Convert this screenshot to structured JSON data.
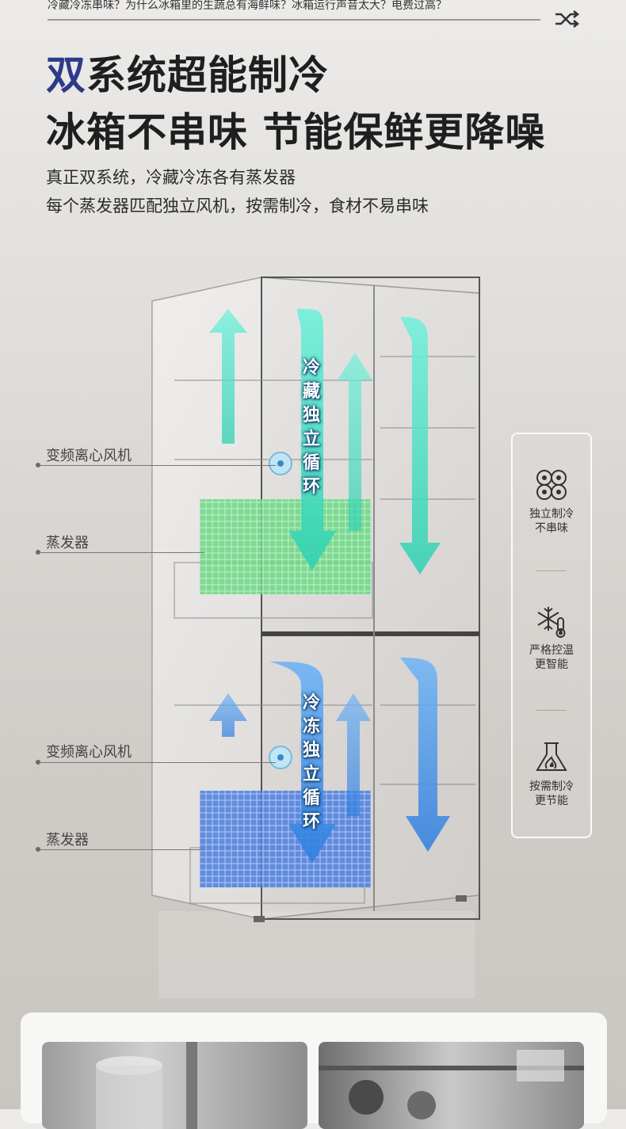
{
  "banner": {
    "text": "冷藏冷冻串味？为什么冰箱里的生蔬总有海鲜味？冰箱运行声音太大？电费过高？",
    "icon": "shuffle-icon"
  },
  "headline": {
    "accent": "双",
    "line1_rest": "系统超能制冷",
    "line2": "冰箱不串味 节能保鲜更降噪"
  },
  "description": {
    "line1": "真正双系统，冷藏冷冻各有蒸发器",
    "line2": "每个蒸发器匹配独立风机，按需制冷，食材不易串味"
  },
  "callouts": {
    "fridge_fan": "变频离心风机",
    "fridge_evaporator": "蒸发器",
    "freezer_fan": "变频离心风机",
    "freezer_evaporator": "蒸发器"
  },
  "circulation": {
    "fridge": [
      "冷",
      "藏",
      "独",
      "立",
      "循",
      "环"
    ],
    "freezer": [
      "冷",
      "冻",
      "独",
      "立",
      "循",
      "环"
    ]
  },
  "features": [
    {
      "icon": "four-fruit-icon",
      "line1": "独立制冷",
      "line2": "不串味"
    },
    {
      "icon": "snowflake-thermometer-icon",
      "line1": "严格控温",
      "line2": "更智能"
    },
    {
      "icon": "flask-flame-icon",
      "line1": "按需制冷",
      "line2": "更节能"
    }
  ],
  "colors": {
    "accent": "#2d3a8a",
    "fridge_flow": "#3fe0c0",
    "freezer_flow": "#3a8ee8",
    "evaporator_fridge": "#5fd07a",
    "evaporator_freezer": "#4a7ee0"
  }
}
